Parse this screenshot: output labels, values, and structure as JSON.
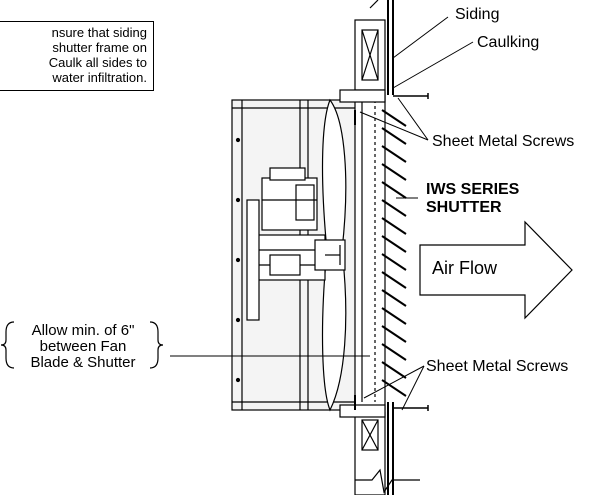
{
  "labels": {
    "siding": "Siding",
    "caulking": "Caulking",
    "screws_top": "Sheet Metal Screws",
    "screws_bottom": "Sheet Metal Screws",
    "shutter_line1": "IWS SERIES",
    "shutter_line2": "SHUTTER",
    "air_flow": "Air Flow"
  },
  "note": {
    "line1": "nsure that siding",
    "line2": "shutter frame on",
    "line3": "Caulk all sides to",
    "line4": "water infiltration."
  },
  "clearance": {
    "line1": "Allow min. of 6\"",
    "line2": "between Fan",
    "line3": "Blade & Shutter"
  },
  "colors": {
    "line": "#000000",
    "frame_fill": "#f4f4f4",
    "background": "#ffffff"
  }
}
